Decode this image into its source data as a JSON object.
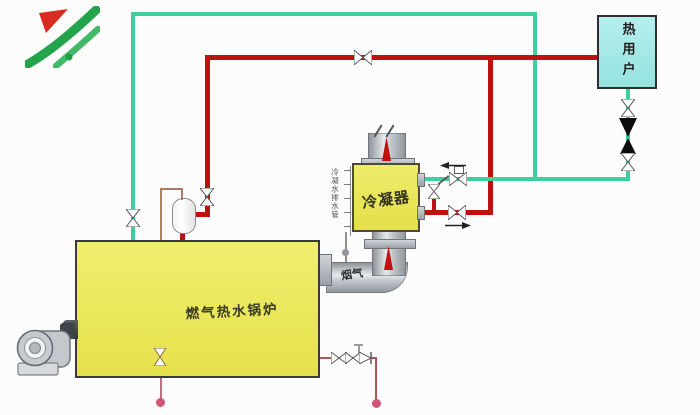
{
  "diagram": {
    "heat_user_label": "热用户",
    "condenser_label": "冷凝器",
    "boiler_label": "燃气热水锅炉",
    "flue_gas_label": "烟气",
    "condensate_pipe_label": "冷凝水排水管"
  },
  "colors": {
    "supply_line": "#c01111",
    "return_line": "#3ecf9e",
    "heat_user_fill": "#a4e9e7",
    "condenser_fill": "#e9e758",
    "boiler_fill": "#ece95e",
    "flue_metal": "#b7bdc1",
    "drain_line": "#b05555",
    "drain_dot": "#d25577",
    "logo_green": "#23a44c",
    "logo_red": "#d92b1f"
  }
}
